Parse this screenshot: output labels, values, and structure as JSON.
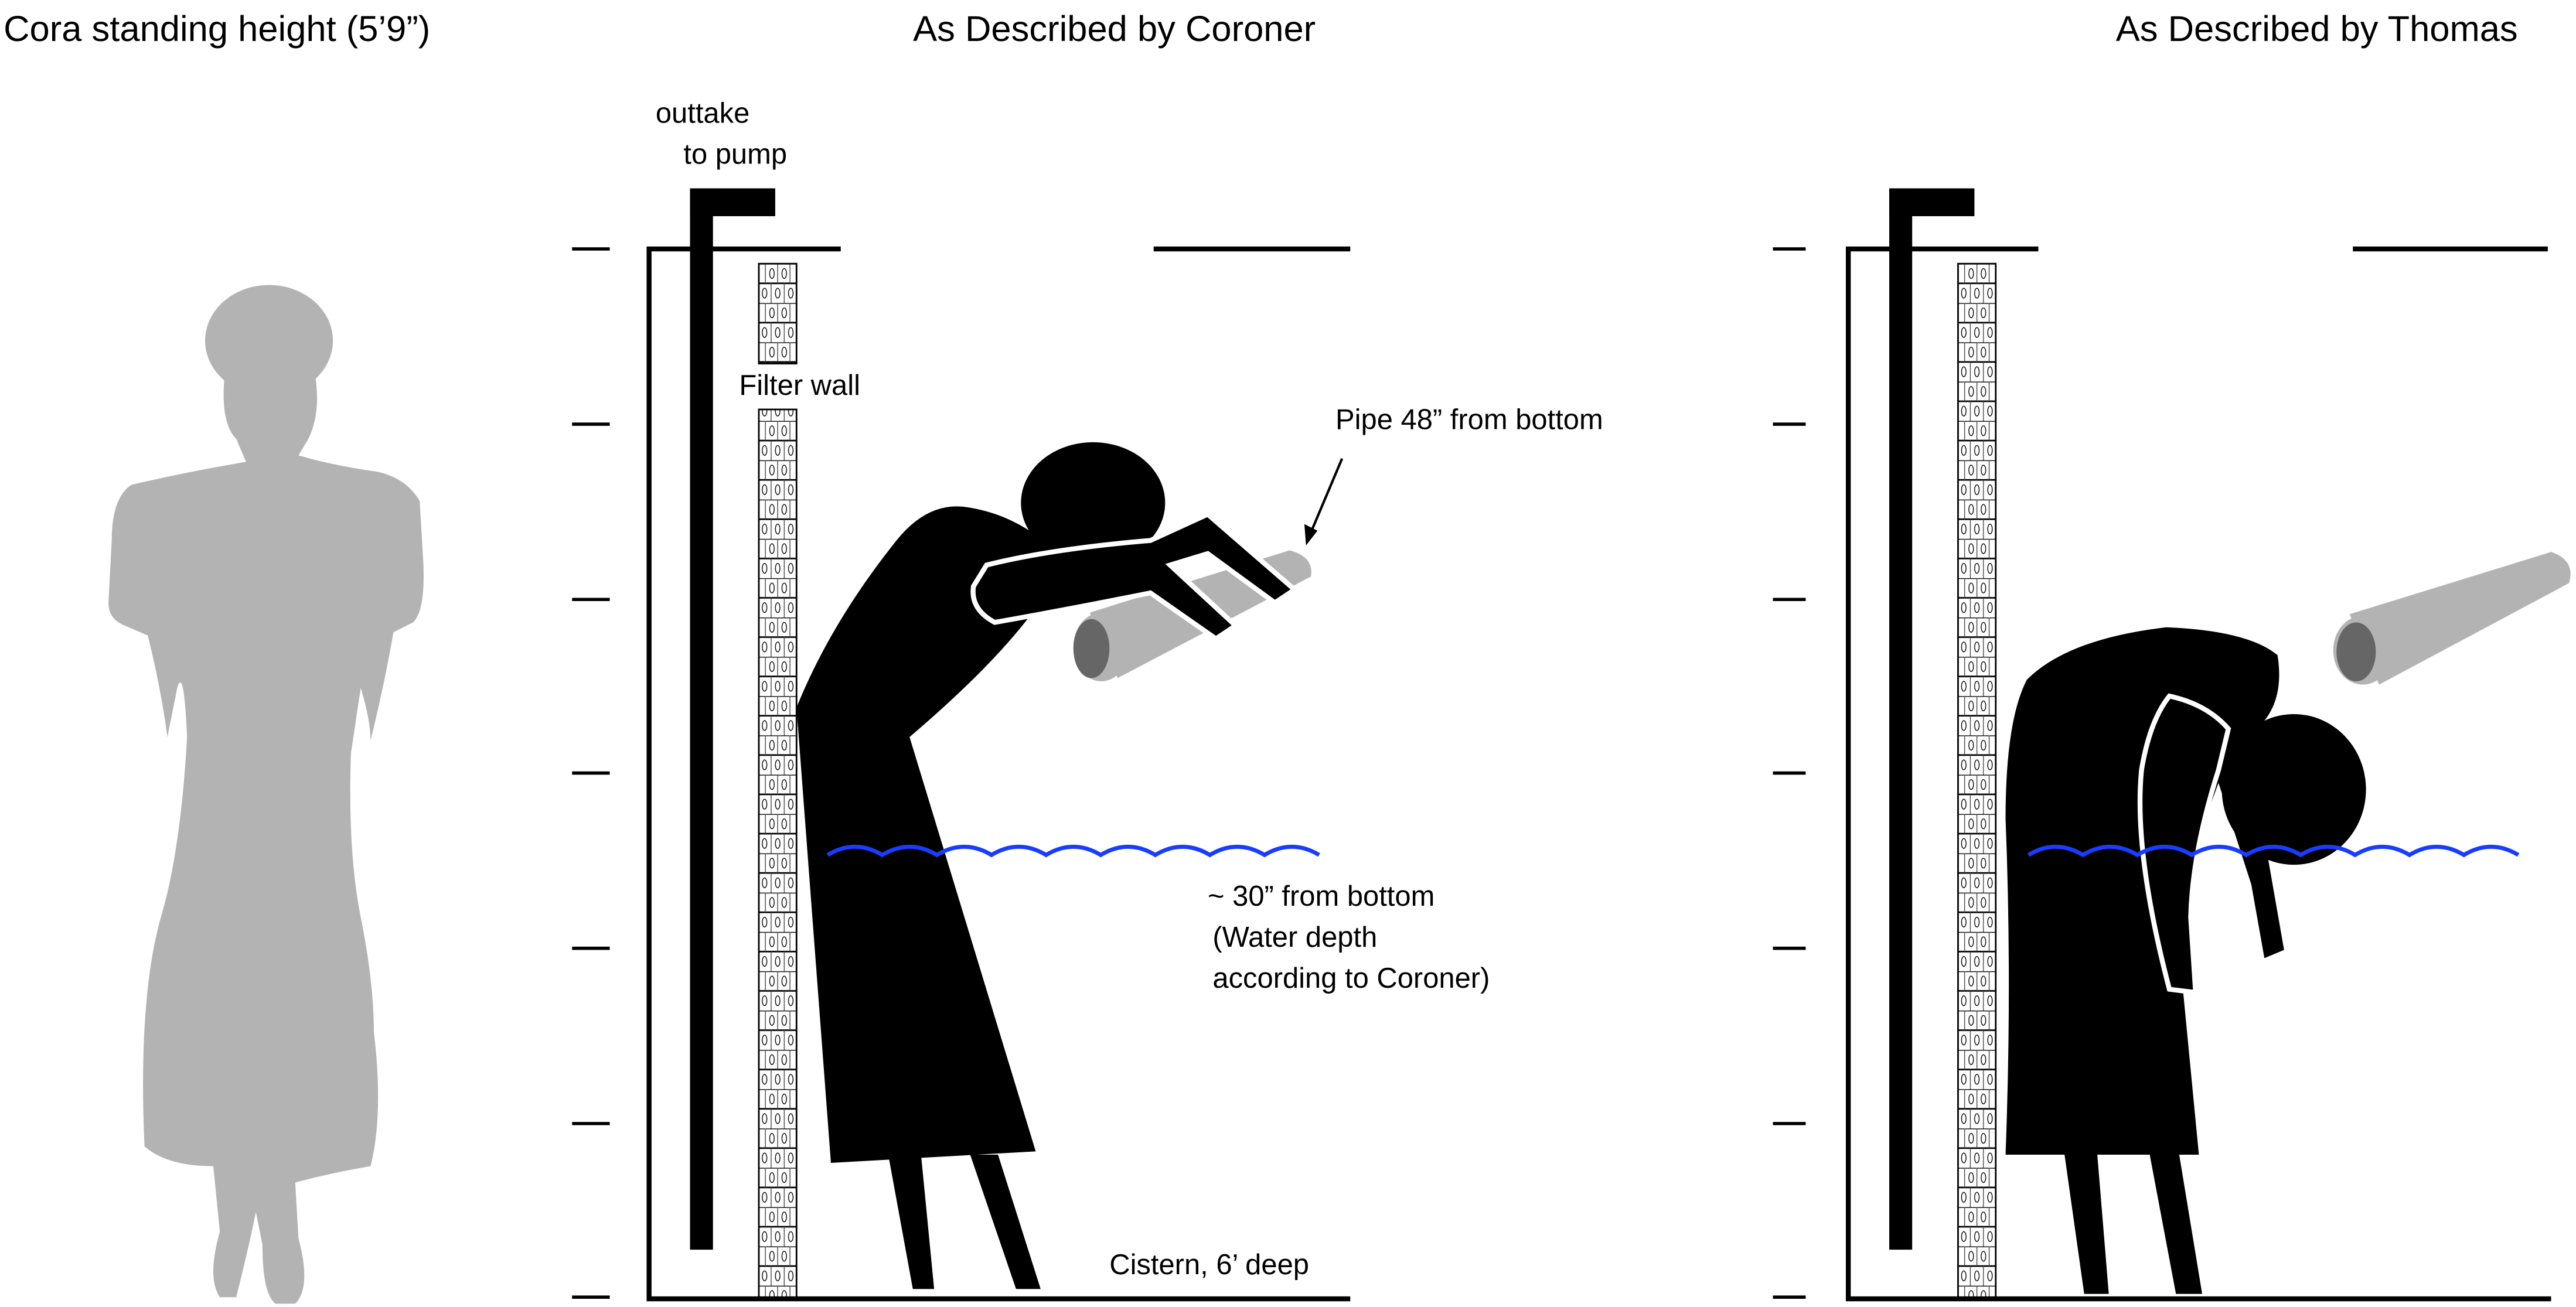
{
  "titles": {
    "left": "Cora standing height (5’9”)",
    "coroner": "As Described by Coroner",
    "thomas": "As Described by Thomas"
  },
  "labels": {
    "outtake_line1": "outtake",
    "outtake_line2": "to pump",
    "filter_wall": "Filter wall",
    "pipe": "Pipe 48” from bottom",
    "water_line1": "~ 30” from bottom",
    "water_line2": "(Water depth",
    "water_line3": "according to Coroner)",
    "cistern": "Cistern, 6’ deep"
  },
  "colors": {
    "silhouette": "#b3b3b3",
    "figure": "#000000",
    "water": "#1a3cff",
    "pipe": "#b3b3b3",
    "pipe_end": "#666666"
  },
  "scale_ticks_feet": [
    6,
    5,
    4,
    3,
    2,
    1,
    0
  ]
}
